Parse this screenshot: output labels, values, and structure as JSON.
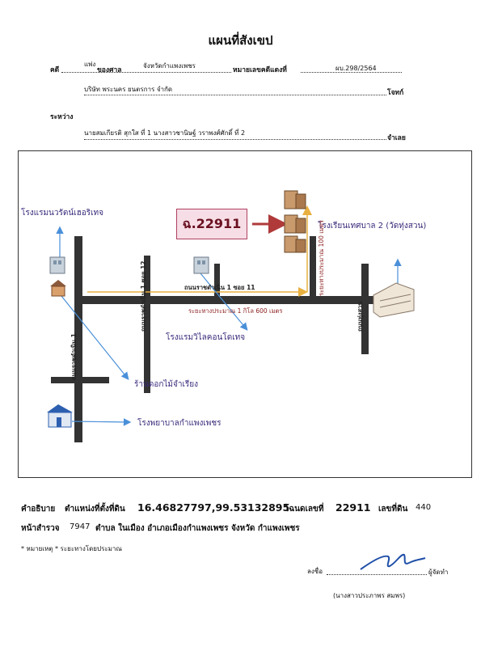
{
  "title": "แผนที่สังเขป",
  "header": {
    "case_label": "คดี",
    "case_type": "แพ่ง",
    "court_label": "ของศาล",
    "court_name": "จังหวัดกำแพงเพชร",
    "case_number_label": "หมายเลขคดีแดงที่",
    "case_number": "ผบ.298/2564",
    "plaintiff": "บริษัท พระนคร ยนตรการ จำกัด",
    "plaintiff_role": "โจทก์",
    "between_label": "ระหว่าง",
    "defendants": "นายสมเกียรติ สุกใส ที่ 1 นางสาวชานิษฐ์ วราพงศ์ศักดิ์ ที่ 2",
    "defendant_role": "จำเลย"
  },
  "map": {
    "deed_label": "ฉ.22911",
    "places": {
      "hotel_top": "โรงแรมนวรัตน์เฮอริเทจ",
      "school": "โรงเรียนเทศบาล 2 (วัดทุ่งสวน)",
      "hotel_mid": "โรงแรมวิไลคอนโดเทจ",
      "flower_shop": "ร้านดอกไม้จำเรียง",
      "hospital": "โรงพยาบาลกำแพงเพชร"
    },
    "streets": {
      "main_soi": "ถนนราชดำเนิน 1 ซอย 11",
      "soi_12": "ถนนราชดำเนิน 1 ซอย 12",
      "main_road": "ถนนราชดำเนิน 1",
      "thung_suan": "ถนนทุ่งสวน"
    },
    "distances": {
      "horizontal": "ระยะทางประมาณ  1 กิโล 600 เมตร",
      "vertical": "ระยะทางประมาณ  100 เมตร"
    },
    "colors": {
      "route": "#e8b040",
      "arrow_blue": "#4a90d9",
      "arrow_red": "#b03a3a",
      "road": "#333333"
    }
  },
  "footer": {
    "desc_label": "คำอธิบาย",
    "location_label": "ตำแหน่งที่ตั้งที่ดิน",
    "coords": "16.46827797,99.53132895",
    "deed_no_label": "โฉนดเลขที่",
    "deed_no": "22911",
    "land_no_label": "เลขที่ดิน",
    "land_no": "440",
    "survey_label": "หน้าสำรวจ",
    "survey_no": "7947",
    "location_text": "ตำบล ในเมือง อำเภอเมืองกำแพงเพชร จังหวัด กำแพงเพชร",
    "note": "* หมายเหตุ * ระยะทางโดยประมาณ",
    "sign_label": "ลงชื่อ",
    "sign_role": "ผู้จัดทำ",
    "signer": "(นางสาวประภาพร  สมพร)"
  }
}
